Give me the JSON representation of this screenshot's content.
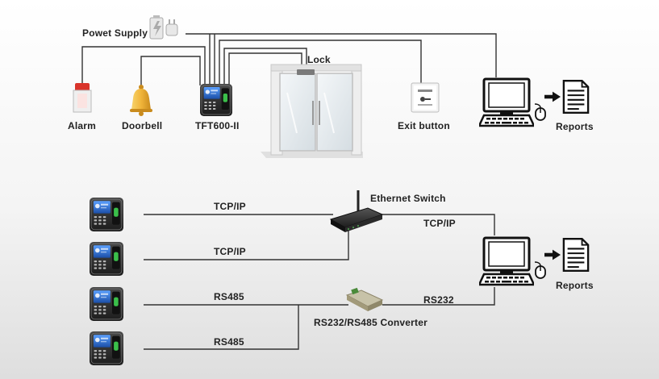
{
  "top": {
    "power_supply": "Powet Supply",
    "lock": "Lock",
    "alarm": "Alarm",
    "doorbell": "Doorbell",
    "device": "TFT600-II",
    "exit_button": "Exit button",
    "reports": "Reports"
  },
  "bottom": {
    "ethernet_switch": "Ethernet Switch",
    "links": [
      "TCP/IP",
      "TCP/IP",
      "RS485",
      "RS485"
    ],
    "uplink_tcpip": "TCP/IP",
    "uplink_rs232": "RS232",
    "converter": "RS232/RS485 Converter",
    "reports": "Reports"
  },
  "colors": {
    "wire": "#333333",
    "alarm": "#d9342b",
    "doorbell": "#f0b43a",
    "device_body": "#2a2a2a",
    "screen": "#2a6fd0"
  }
}
